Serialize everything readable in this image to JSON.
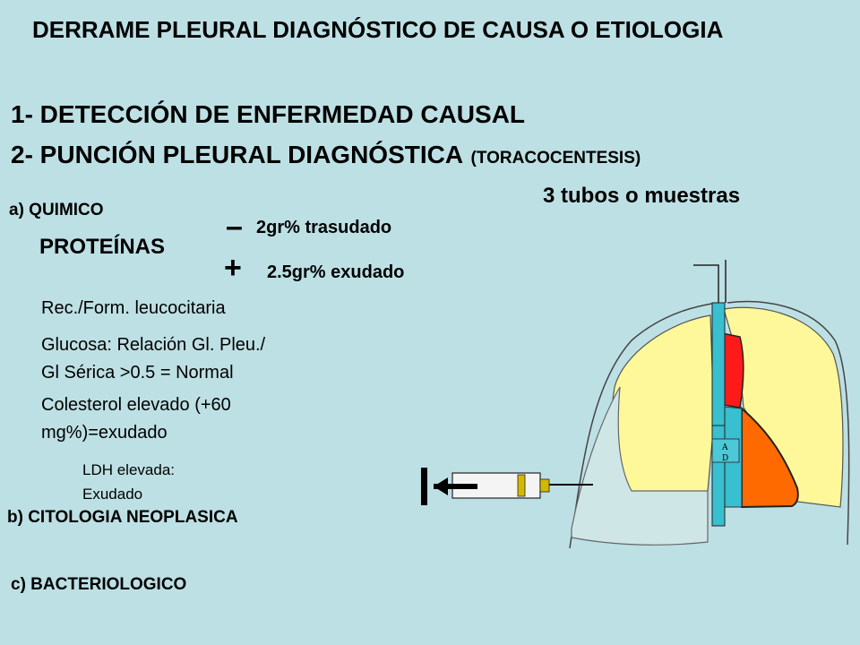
{
  "title": "DERRAME PLEURAL DIAGNÓSTICO DE CAUSA O ETIOLOGIA",
  "step1": "1- DETECCIÓN DE ENFERMEDAD CAUSAL",
  "step2": {
    "main": "2- PUNCIÓN PLEURAL DIAGNÓSTICA",
    "paren": "(TORACOCENTESIS)"
  },
  "tubes": "3 tubos o muestras",
  "section_a": {
    "label": "a) QUIMICO",
    "proteins_label": "PROTEÍNAS",
    "minus_symbol": "–",
    "minus_text": "2gr% trasudado",
    "plus_symbol": "+",
    "plus_text": "2.5gr% exudado",
    "leuco": "Rec./Form. leucocitaria",
    "glucose_line1": "Glucosa: Relación Gl. Pleu./",
    "glucose_line2": "Gl Sérica  >0.5 = Normal",
    "chol_line1": "Colesterol elevado (+60",
    "chol_line2": "mg%)=exudado",
    "ldh_line1": "LDH elevada:",
    "ldh_line2": "Exudado"
  },
  "section_b": "b) CITOLOGIA NEOPLASICA",
  "section_c": "c) BACTERIOLOGICO",
  "illustration": {
    "heart_label_1": "A",
    "heart_label_2": "D",
    "colors": {
      "lung": "#fff89a",
      "effusion": "#cfe6e6",
      "trachea": "#38bfd0",
      "red_chamber": "#ff1a1a",
      "orange_chamber": "#ff6a00",
      "syringe_plunger": "#d4b800"
    }
  }
}
